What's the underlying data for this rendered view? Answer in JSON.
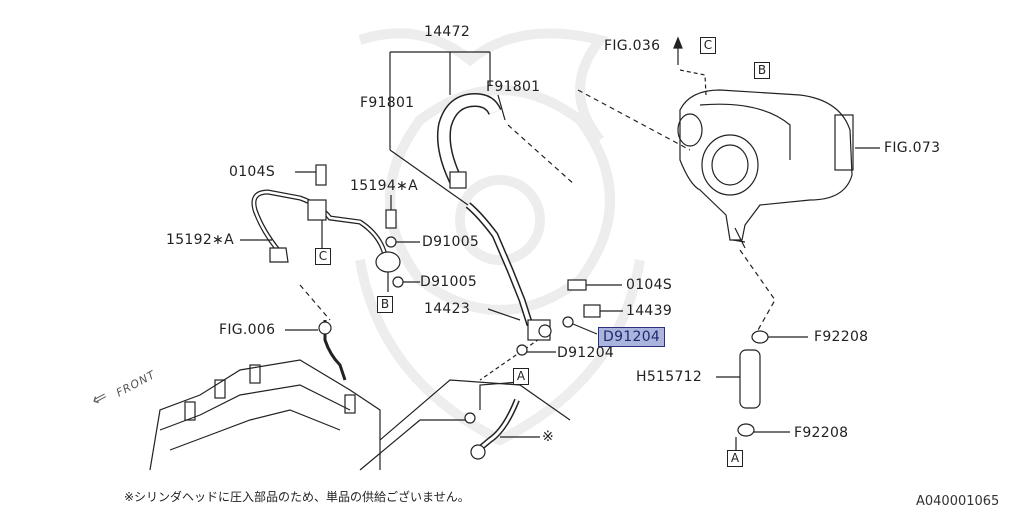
{
  "parts": {
    "p14472": "14472",
    "f91801_left": "F91801",
    "f91801_right": "F91801",
    "fig036": "FIG.036",
    "fig073": "FIG.073",
    "fig006": "FIG.006",
    "p0104s_top": "0104S",
    "p0104s_right": "0104S",
    "p15194a": "15194∗A",
    "p15192a": "15192∗A",
    "d91005_top": "D91005",
    "d91005_bottom": "D91005",
    "p14423": "14423",
    "p14439": "14439",
    "d91204_highlight": "D91204",
    "d91204_lower": "D91204",
    "f92208_top": "F92208",
    "f92208_bottom": "F92208",
    "h515712": "H515712",
    "asterisk": "※"
  },
  "refs": {
    "c_top": "C",
    "b_top": "B",
    "c_left": "C",
    "b_left": "B",
    "a_mid": "A",
    "a_bottom": "A"
  },
  "front_label": "FRONT",
  "footnote": "※シリンダヘッドに圧入部品のため、単品の供給ございません。",
  "diagram_code": "A040001065",
  "colors": {
    "line": "#222222",
    "highlight_fill": "#aab4dd",
    "highlight_border": "#2b2f80",
    "watermark": "#eeeeee"
  }
}
